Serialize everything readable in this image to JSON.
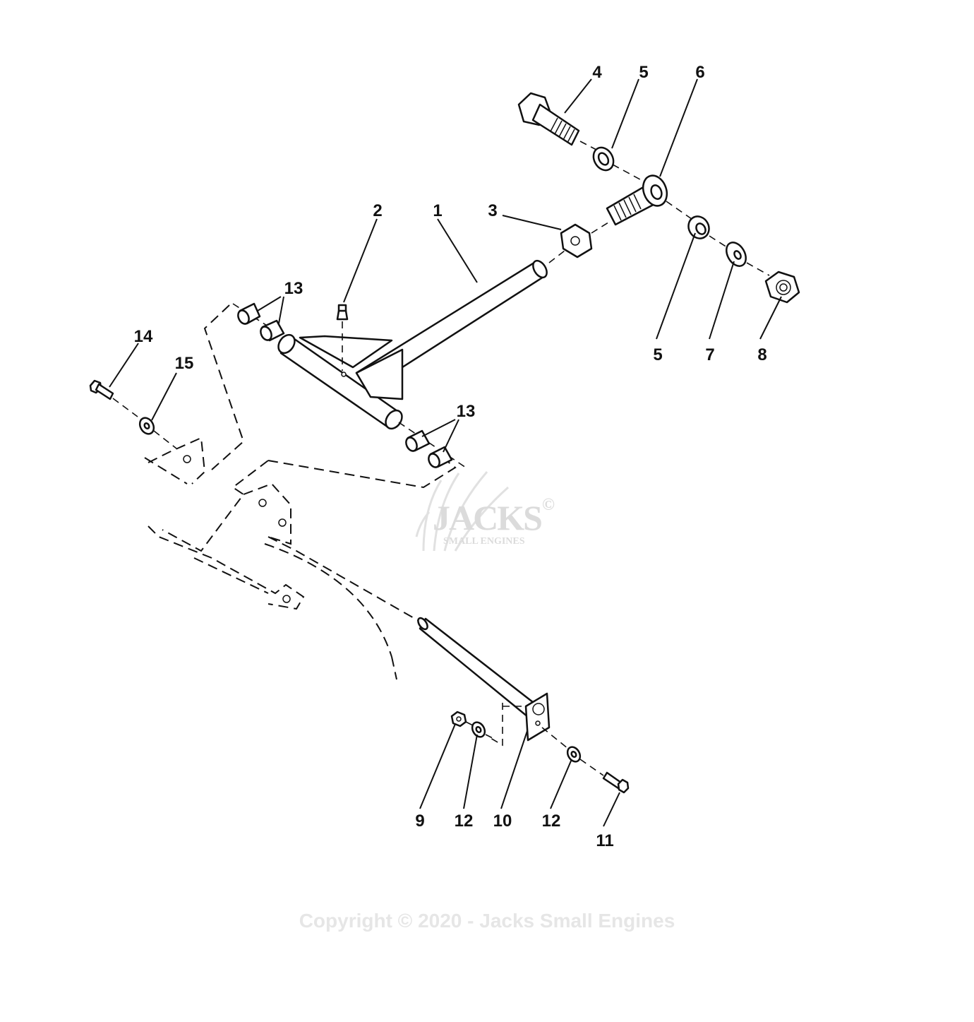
{
  "callouts": [
    {
      "id": "c1",
      "label": "1"
    },
    {
      "id": "c2",
      "label": "2"
    },
    {
      "id": "c3",
      "label": "3"
    },
    {
      "id": "c4",
      "label": "4"
    },
    {
      "id": "c5a",
      "label": "5"
    },
    {
      "id": "c5b",
      "label": "5"
    },
    {
      "id": "c6",
      "label": "6"
    },
    {
      "id": "c7",
      "label": "7"
    },
    {
      "id": "c8",
      "label": "8"
    },
    {
      "id": "c9",
      "label": "9"
    },
    {
      "id": "c10",
      "label": "10"
    },
    {
      "id": "c11",
      "label": "11"
    },
    {
      "id": "c12a",
      "label": "12"
    },
    {
      "id": "c12b",
      "label": "12"
    },
    {
      "id": "c13a",
      "label": "13"
    },
    {
      "id": "c13b",
      "label": "13"
    },
    {
      "id": "c14",
      "label": "14"
    },
    {
      "id": "c15",
      "label": "15"
    }
  ],
  "watermark": {
    "brand": "JACKS",
    "registered": "©",
    "subtitle": "SMALL ENGINES"
  },
  "copyright": "Copyright © 2020 - Jacks Small Engines"
}
